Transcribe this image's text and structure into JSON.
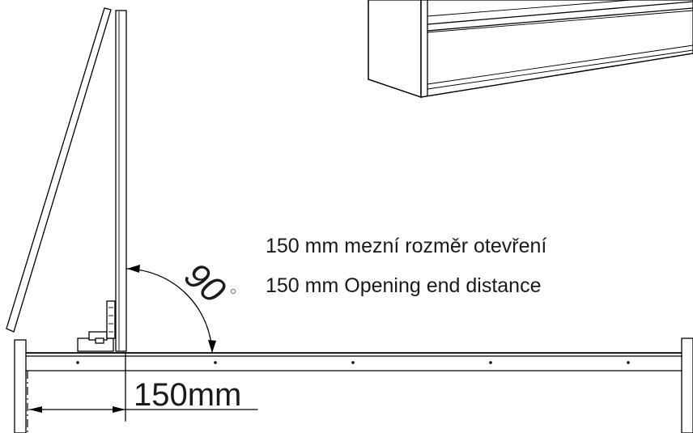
{
  "annotations": {
    "line_cz": "150 mm mezní rozměr otevření",
    "line_en": "150 mm Opening end distance"
  },
  "dimension": {
    "label": "150mm"
  },
  "angle": {
    "value": "90",
    "degree_symbol": "○"
  },
  "colors": {
    "line": "#000000",
    "text": "#1a1a1a",
    "background": "#ffffff"
  }
}
